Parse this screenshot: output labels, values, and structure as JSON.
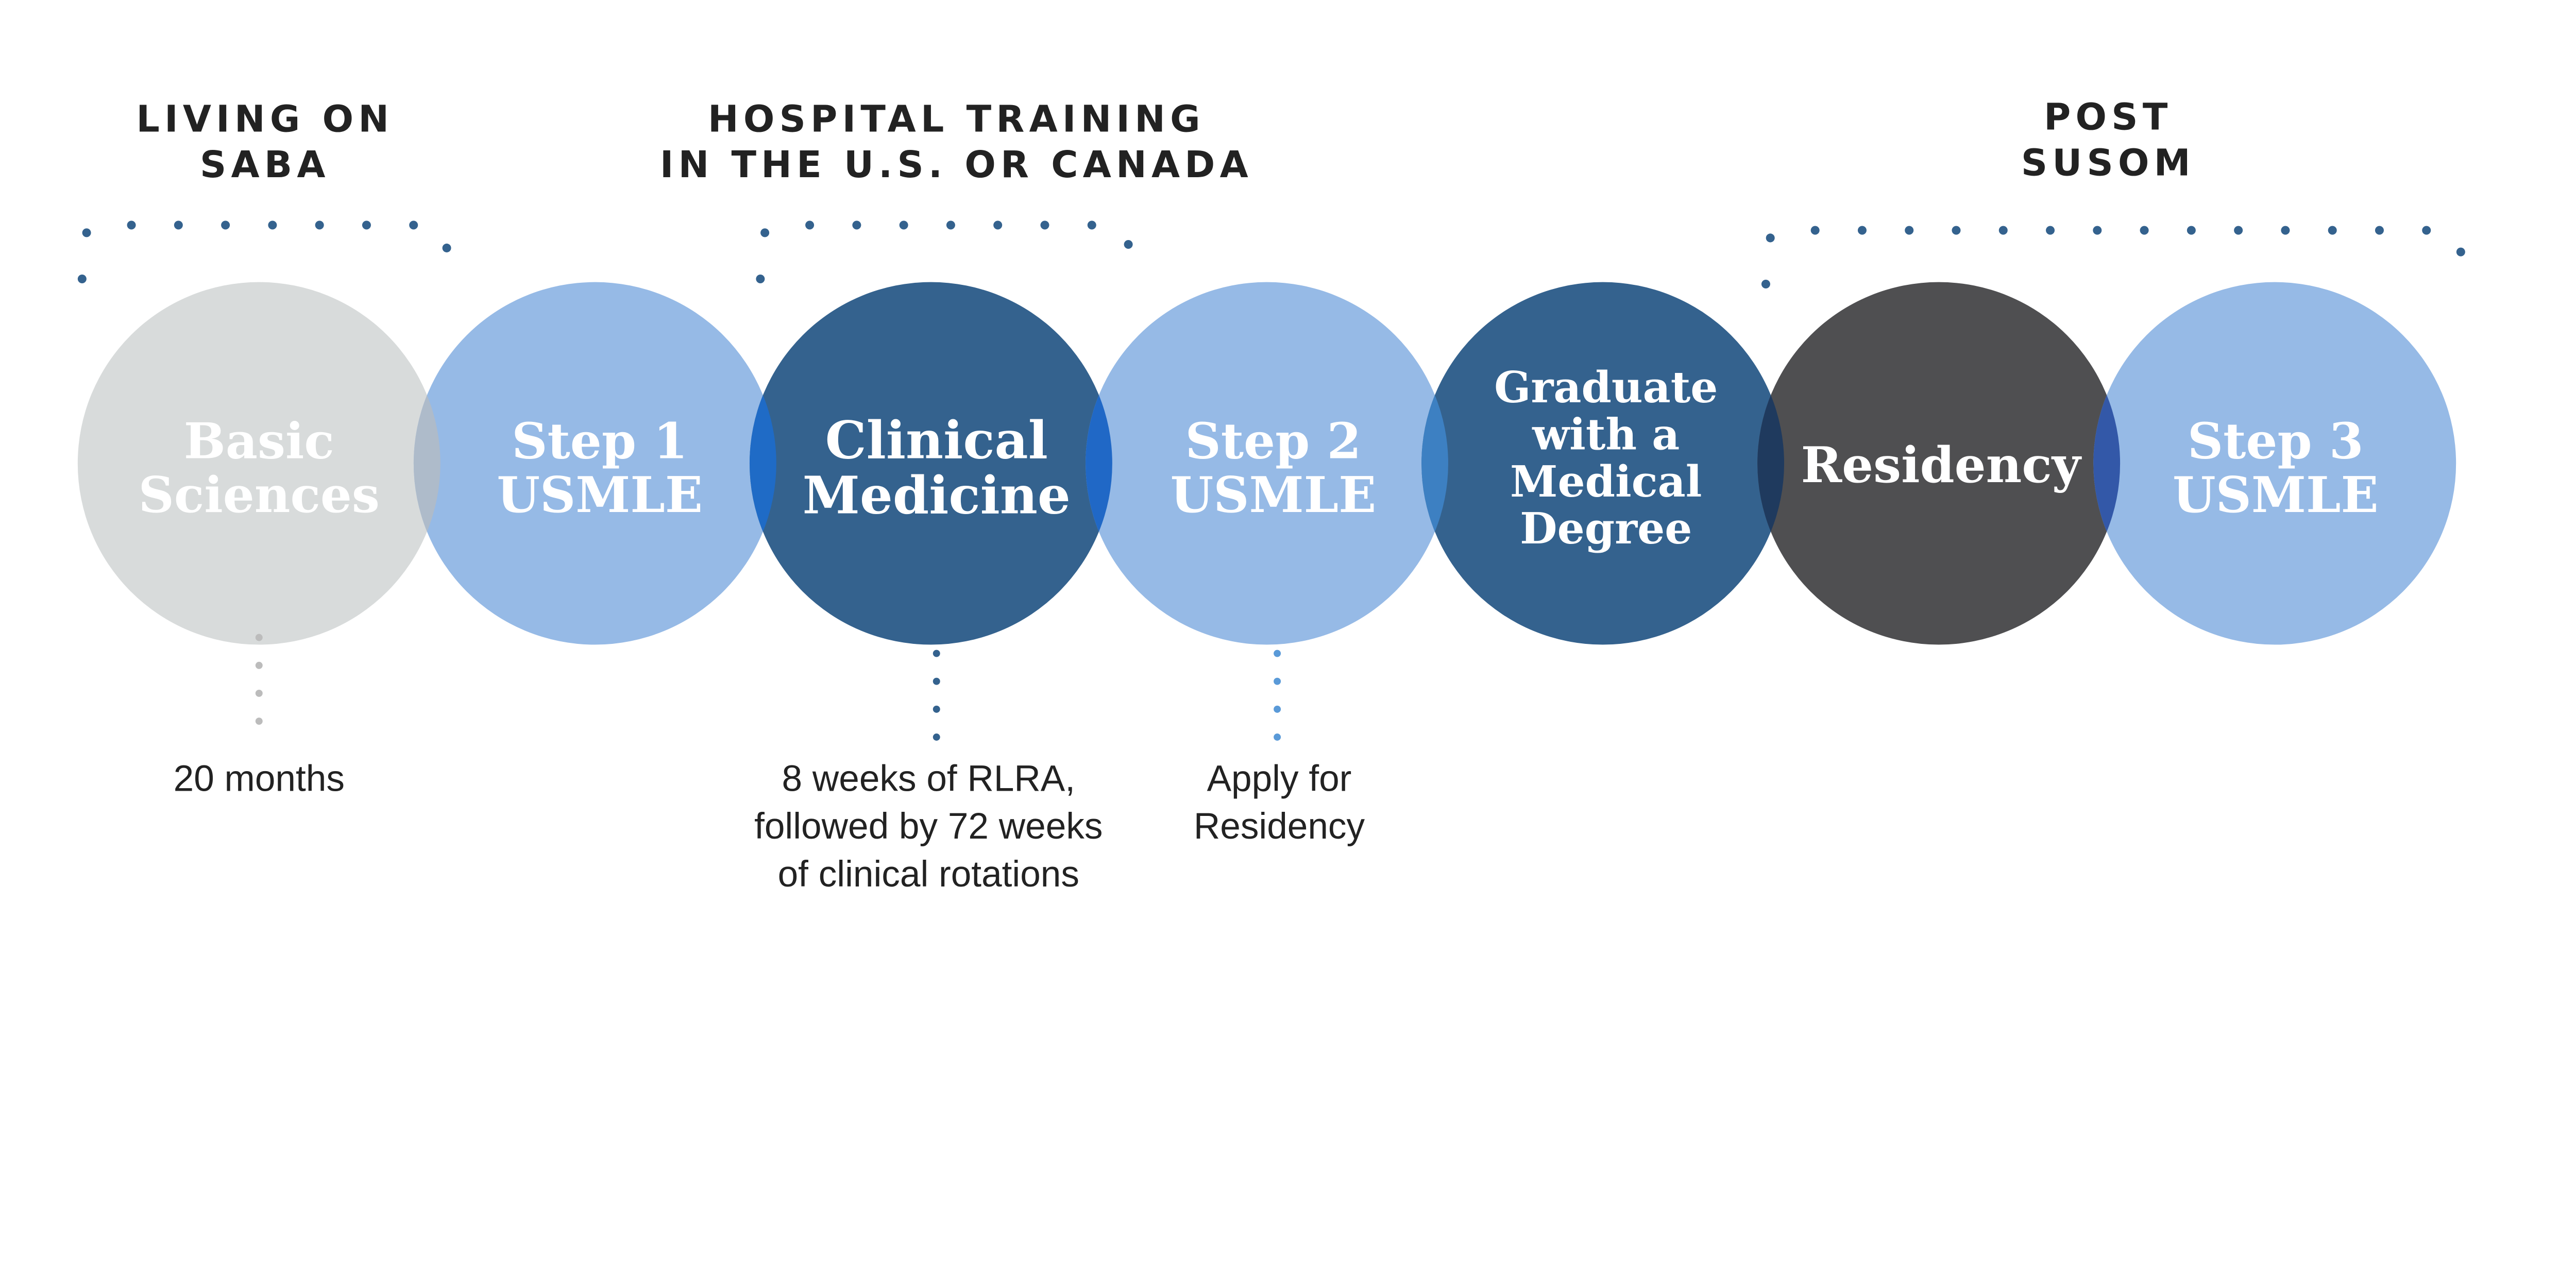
{
  "headings": {
    "saba": [
      "LIVING ON",
      "SABA"
    ],
    "hospital": [
      "HOSPITAL TRAINING",
      "IN THE U.S. OR CANADA"
    ],
    "post": [
      "POST",
      "SUSOM"
    ]
  },
  "stages": [
    {
      "lines": [
        "Basic",
        "Sciences"
      ],
      "color": "#d8dbdb"
    },
    {
      "lines": [
        "Step 1",
        "USMLE"
      ],
      "color": "#96bae6"
    },
    {
      "lines": [
        "Clinical",
        "Medicine"
      ],
      "color": "#34628e"
    },
    {
      "lines": [
        "Step 2",
        "USMLE"
      ],
      "color": "#96bae6"
    },
    {
      "lines": [
        "Graduate",
        "with a",
        "Medical",
        "Degree"
      ],
      "color": "#34628e"
    },
    {
      "lines": [
        "Residency"
      ],
      "color": "#4f4f51"
    },
    {
      "lines": [
        "Step 3",
        "USMLE"
      ],
      "color": "#96bae6"
    }
  ],
  "overlap_colors": [
    "#aebbca",
    "#1f6bc6",
    "#2068c6",
    "#3d80c2",
    "#1f3a5e",
    "#3358a8"
  ],
  "notes": {
    "basic": [
      "20 months"
    ],
    "clinical": [
      "8 weeks of RLRA,",
      "followed by 72 weeks",
      "of clinical rotations"
    ],
    "step2": [
      "Apply for",
      "Residency"
    ]
  },
  "dot_colors": {
    "gray": "#bcbcbc",
    "dark": "#34628e",
    "light": "#5a9ad8"
  }
}
